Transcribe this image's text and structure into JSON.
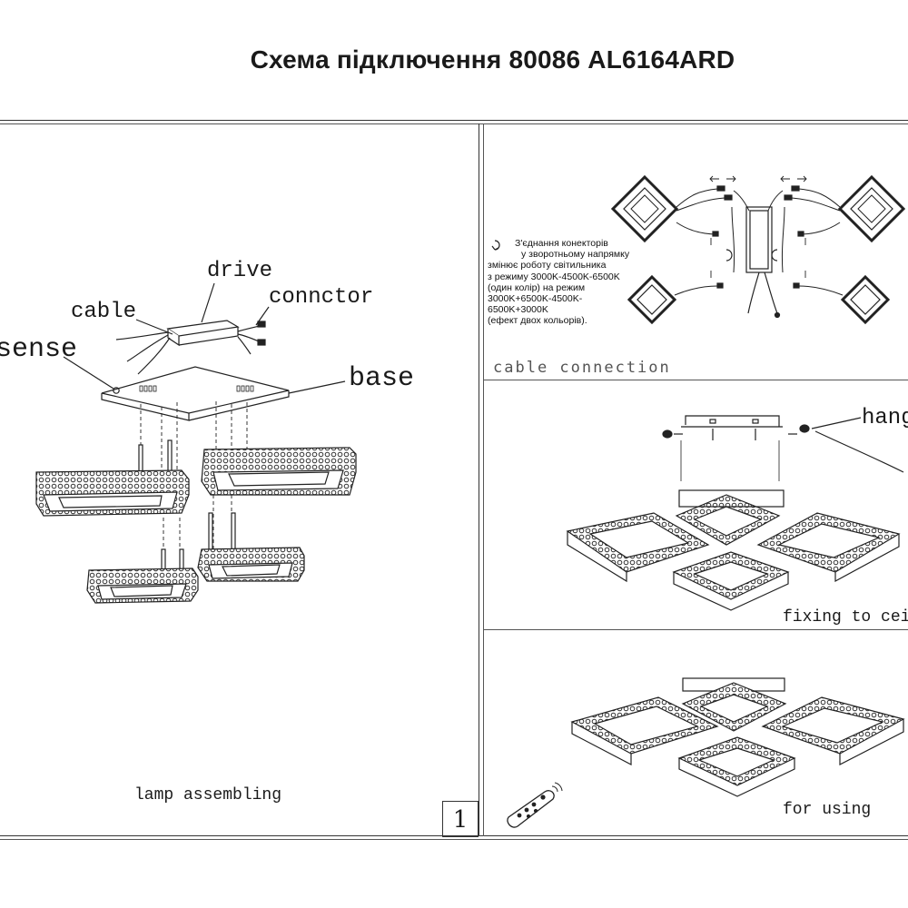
{
  "title": "Схема підключення 80086 AL6164ARD",
  "page_number": "1",
  "left_panel": {
    "labels": {
      "drive": "drive",
      "cable": "cable",
      "connector": "connctor",
      "sense": "sense",
      "base": "base"
    },
    "caption": "lamp  assembling"
  },
  "cable_panel": {
    "note_lines": [
      "З'єднання конекторів",
      "у зворотньому напрямку",
      "змінює роботу світильника",
      "з режиму 3000K-4500K-6500K",
      "(один колір) на режим",
      "3000K+6500K-4500K-",
      "6500K+3000K",
      "(ефект двох кольорів)."
    ],
    "caption": "cable connection"
  },
  "fixing_panel": {
    "label_hanging": "hangi",
    "caption": "fixing to ceil"
  },
  "using_panel": {
    "caption": "for using"
  }
}
